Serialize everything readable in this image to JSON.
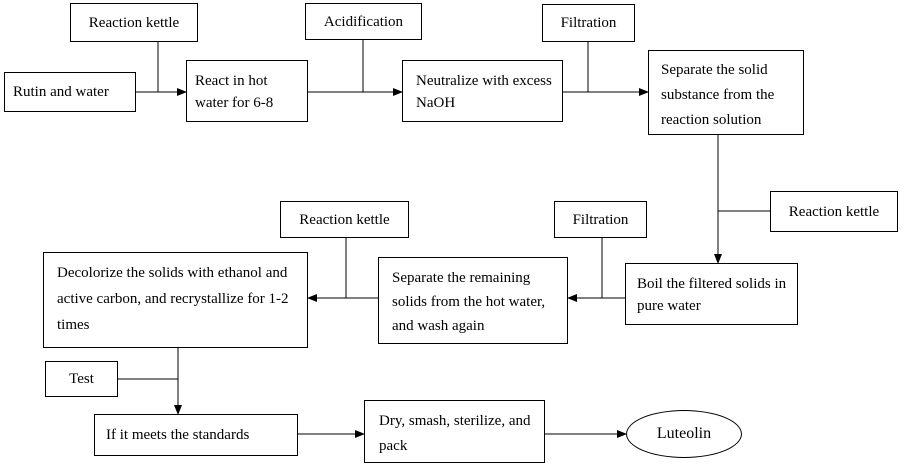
{
  "nodes": {
    "rutin_water": "Rutin and water",
    "kettle_1": "Reaction kettle",
    "react_hot_water": "React in hot water for 6-8",
    "acidification": "Acidification",
    "neutralize": "Neutralize with excess NaOH",
    "filtration_1": "Filtration",
    "separate_solid": "Separate the solid substance from the reaction solution",
    "kettle_2": "Reaction kettle",
    "boil_filtered": "Boil the filtered solids in pure water",
    "filtration_2": "Filtration",
    "separate_remaining": "Separate the remaining solids from the hot water, and wash again",
    "kettle_3": "Reaction kettle",
    "decolorize": "Decolorize the solids with ethanol and active carbon, and recrystallize for 1-2 times",
    "test": "Test",
    "meets_standards": "If it meets the standards",
    "dry_pack": "Dry, smash, sterilize, and pack",
    "luteolin": "Luteolin"
  }
}
